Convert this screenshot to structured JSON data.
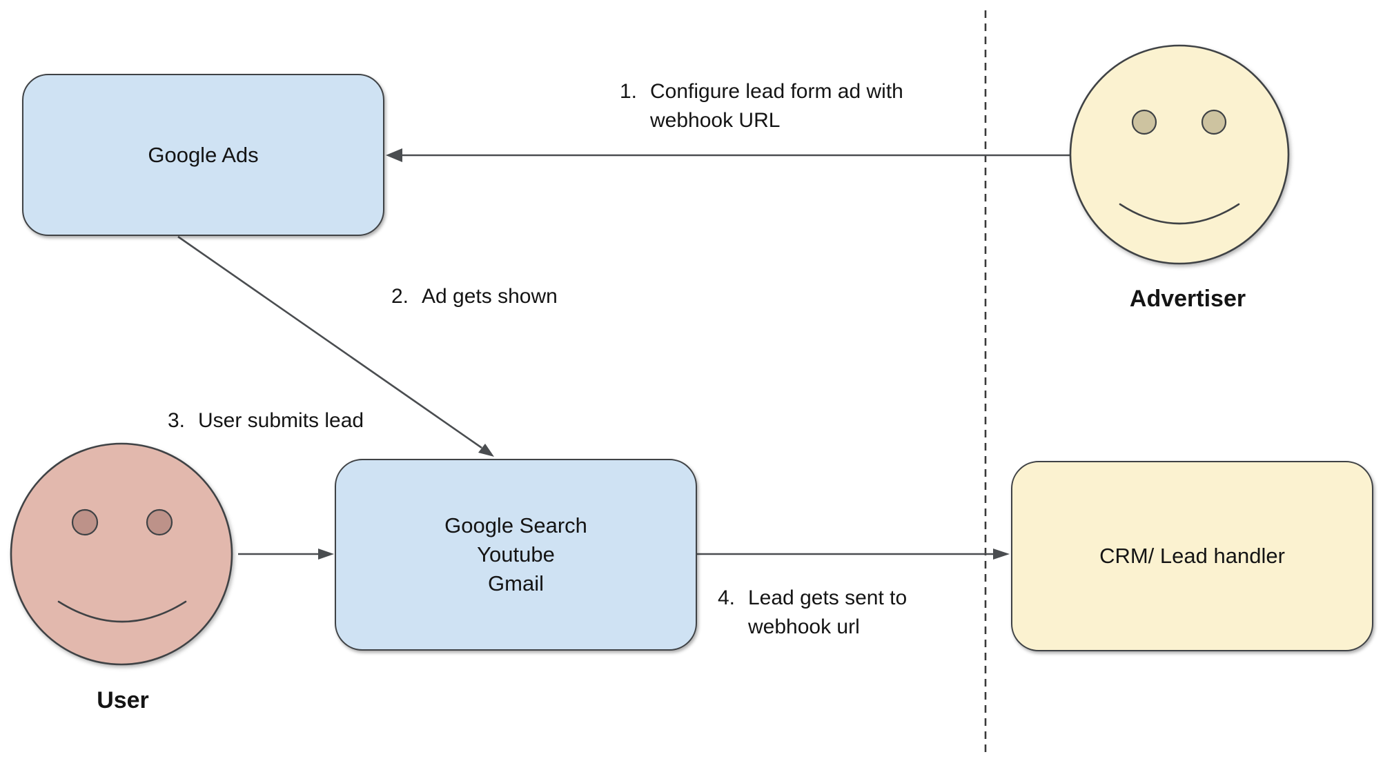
{
  "nodes": {
    "google_ads": {
      "label": "Google Ads"
    },
    "google_platforms": {
      "line1": "Google Search",
      "line2": "Youtube",
      "line3": "Gmail"
    },
    "crm": {
      "label": "CRM/ Lead handler"
    },
    "advertiser": {
      "label": "Advertiser"
    },
    "user": {
      "label": "User"
    }
  },
  "steps": {
    "step1": {
      "number": "1.",
      "line1": "Configure lead form ad with",
      "line2": "webhook URL"
    },
    "step2": {
      "number": "2.",
      "line1": "Ad gets shown"
    },
    "step3": {
      "number": "3.",
      "line1": "User submits lead"
    },
    "step4": {
      "number": "4.",
      "line1": "Lead gets sent to",
      "line2": "webhook url"
    }
  },
  "colors": {
    "node_blue_fill": "#cfe2f3",
    "node_yellow_fill": "#fbf2d0",
    "user_face_fill": "#e2b8ad",
    "user_eye_fill": "#bd9289",
    "advertiser_face_fill": "#fbf2d0",
    "advertiser_eye_fill": "#cdc3a0",
    "node_border": "#3f4245",
    "connector_stroke": "#4a4d50",
    "divider_stroke": "#3a3a3a",
    "text_color": "#141414"
  }
}
